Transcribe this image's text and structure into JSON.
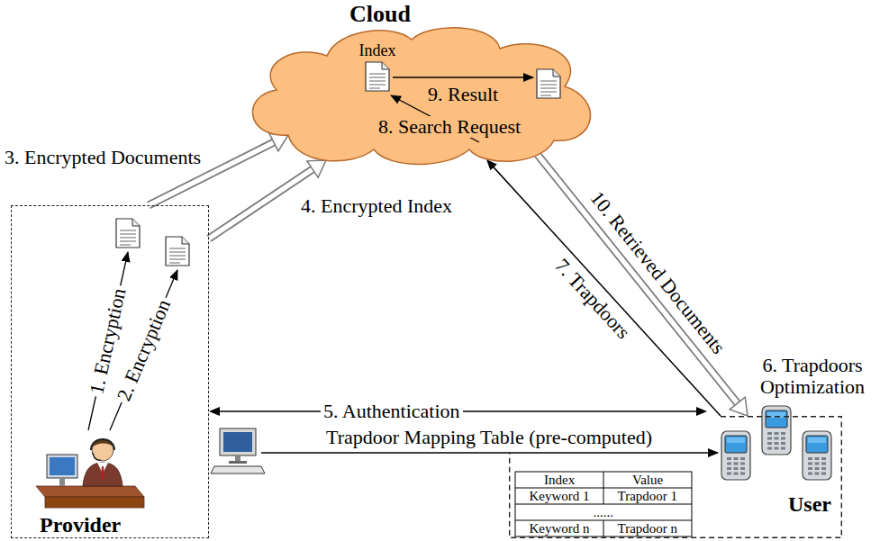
{
  "diagram": {
    "nodes": [
      {
        "text": [
          "Cloud"
        ]
      },
      {
        "text": [
          "Provider"
        ]
      },
      {
        "text": [
          "User"
        ]
      }
    ],
    "edges": [
      {
        "from": 1,
        "to": 0,
        "arrow": "to",
        "label": "3. Encrypted Documents"
      },
      {
        "from": 1,
        "to": 0,
        "arrow": "to",
        "label": "4. Encrypted Index"
      },
      {
        "from": 1,
        "to": 2,
        "arrow": "both",
        "label": "5. Authentication"
      },
      {
        "from": 2,
        "to": 0,
        "arrow": "to",
        "label": "7. Trapdoors"
      },
      {
        "from": 0,
        "to": 2,
        "arrow": "to",
        "label": "10. Retrieved Documents"
      }
    ],
    "labels": [
      "Index",
      "9. Result",
      "8. Search Request",
      "1. Encryption",
      "2. Encryption",
      "6. Trapdoors Optimization",
      "Trapdoor Mapping Table (pre-computed)",
      "Index",
      "Value",
      "Keyword 1",
      "Trapdoor 1",
      "......",
      "Keyword n",
      "Trapdoor n"
    ]
  }
}
